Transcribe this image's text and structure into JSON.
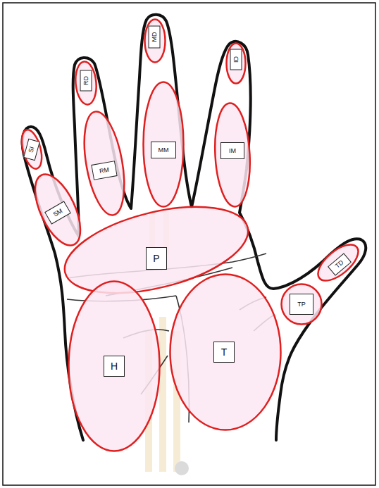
{
  "diagram": {
    "nodes": [
      {
        "text": [
          "MD"
        ]
      },
      {
        "text": [
          "ID"
        ]
      },
      {
        "text": [
          "RD"
        ]
      },
      {
        "text": [
          "SI"
        ]
      },
      {
        "text": [
          "RM"
        ]
      },
      {
        "text": [
          "MM"
        ]
      },
      {
        "text": [
          "IM"
        ]
      },
      {
        "text": [
          "SM"
        ]
      },
      {
        "text": [
          "P"
        ]
      },
      {
        "text": [
          "TD"
        ]
      },
      {
        "text": [
          "TP"
        ]
      },
      {
        "text": [
          "H"
        ]
      },
      {
        "text": [
          "T"
        ]
      }
    ]
  }
}
